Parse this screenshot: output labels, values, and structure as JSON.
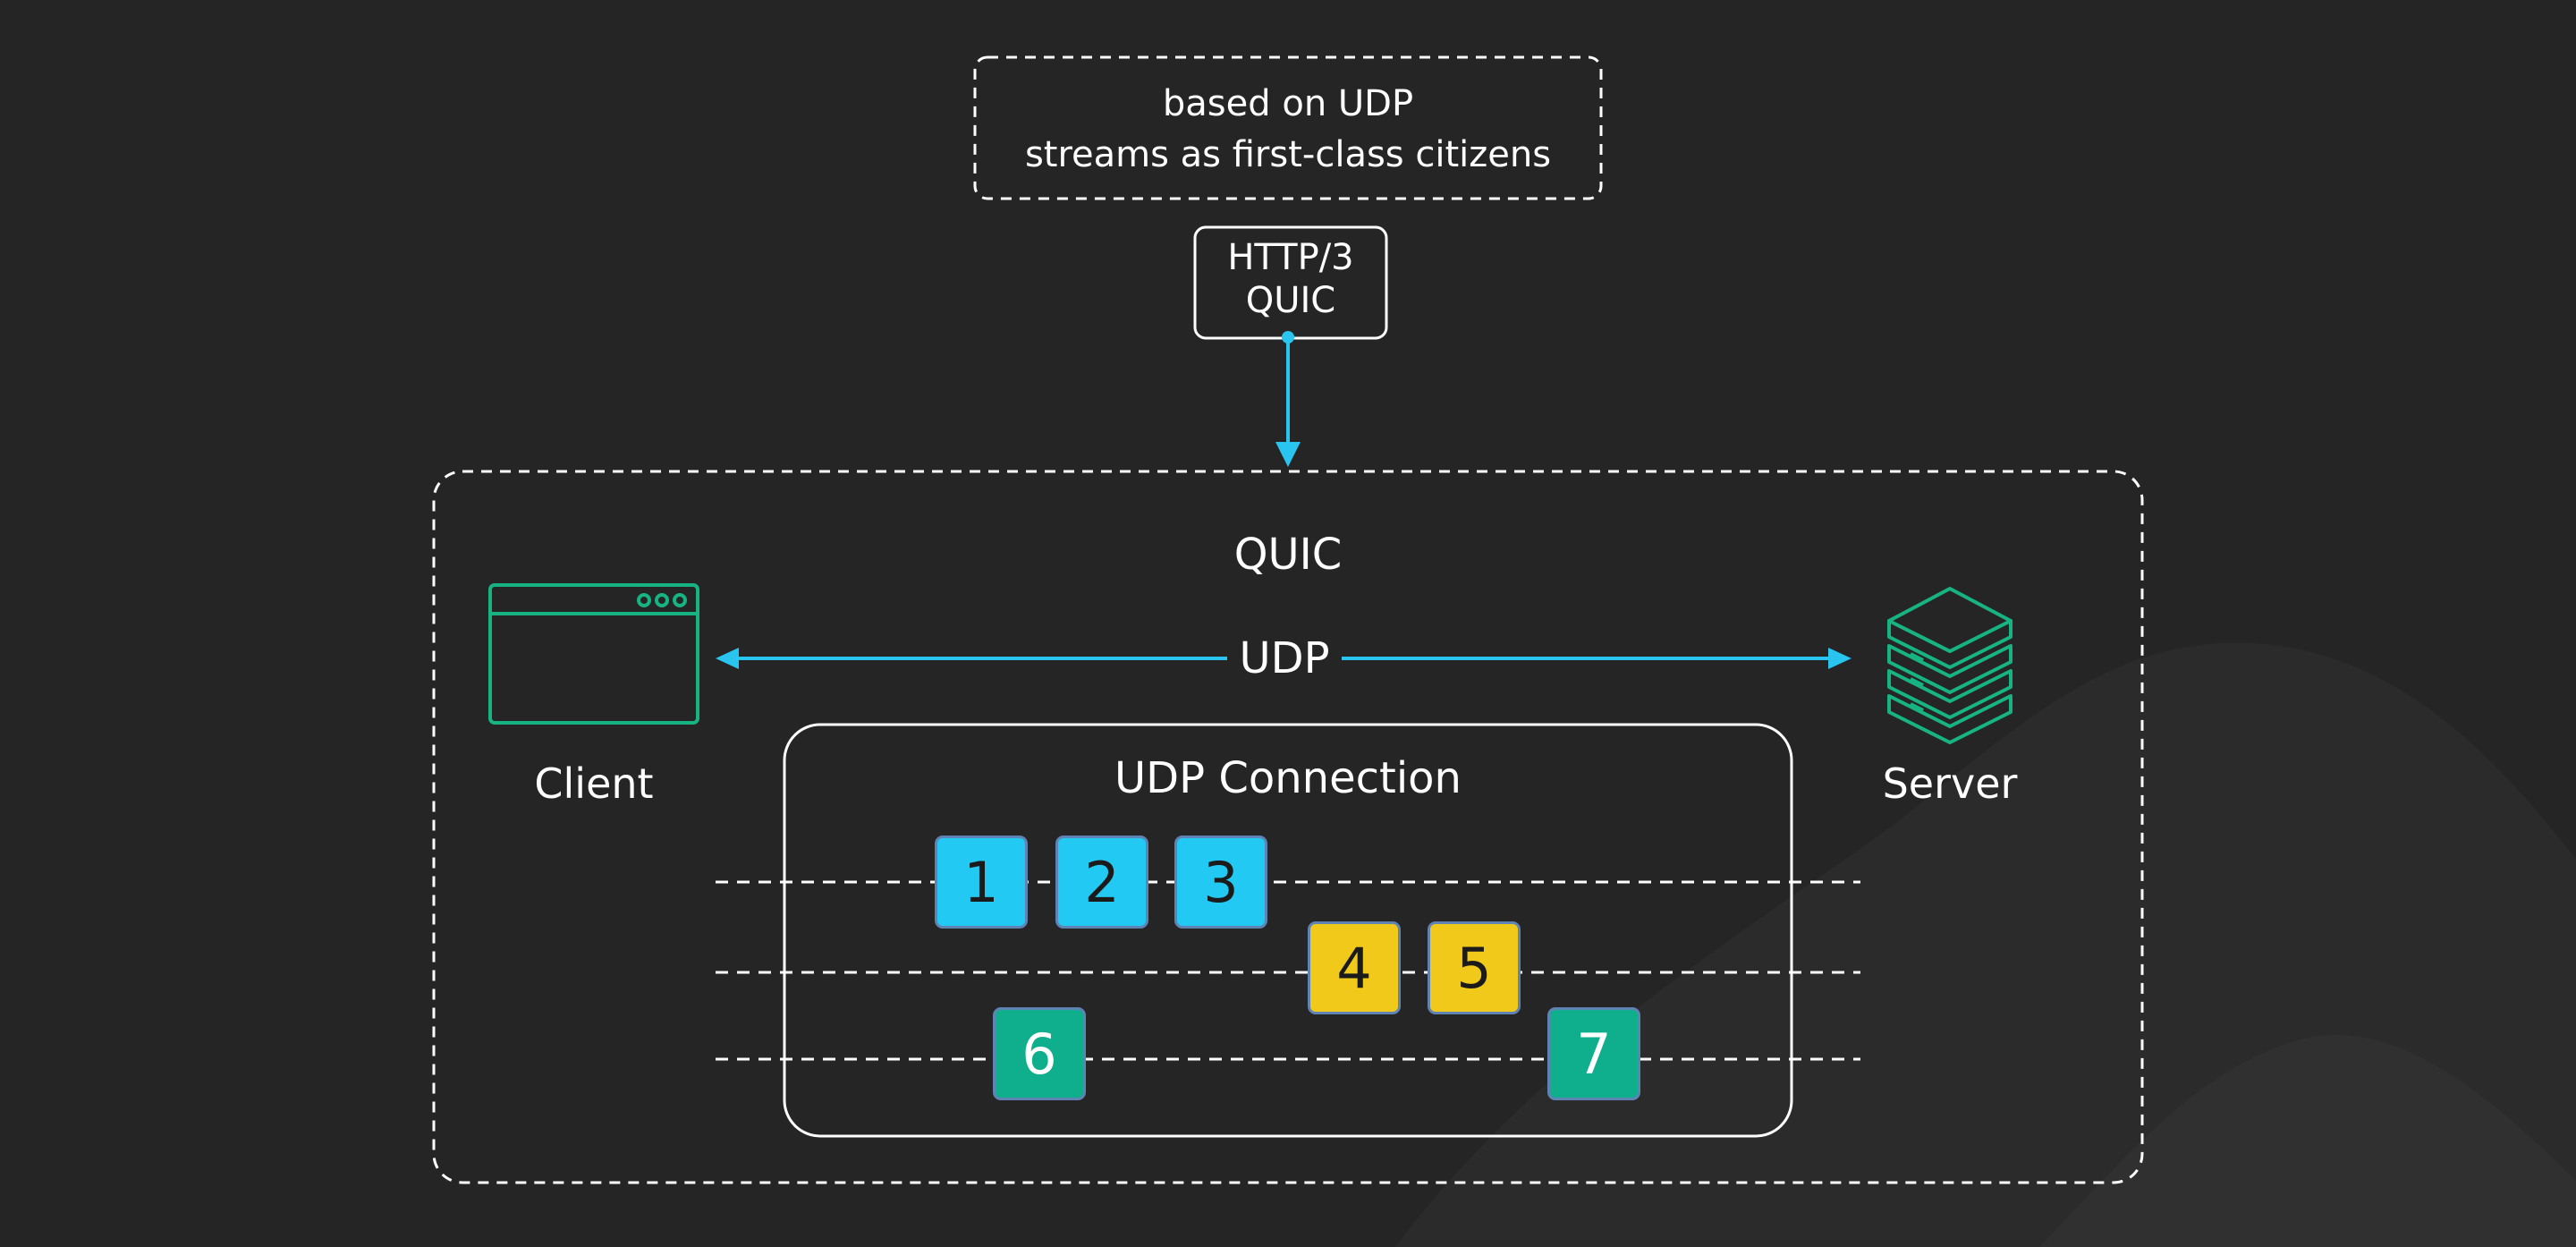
{
  "top_note": {
    "line1": "based on UDP",
    "line2": "streams as first-class citizens"
  },
  "protocol_box": {
    "line1": "HTTP/3",
    "line2": "QUIC"
  },
  "quic_container": {
    "title": "QUIC"
  },
  "client": {
    "label": "Client",
    "icon": "browser-window-icon"
  },
  "server": {
    "label": "Server",
    "icon": "server-stack-icon"
  },
  "udp_link": {
    "label": "UDP"
  },
  "udp_connection": {
    "title": "UDP Connection"
  },
  "streams": [
    {
      "color": "#22c9f2",
      "packets": [
        "1",
        "2",
        "3"
      ]
    },
    {
      "color": "#f1c91b",
      "packets": [
        "4",
        "5"
      ]
    },
    {
      "color": "#0fae8c",
      "packets": [
        "6",
        "7"
      ]
    }
  ],
  "colors": {
    "background": "#252525",
    "accent_arrow": "#29c4f0",
    "icon_green": "#17b383",
    "outline": "#ffffff"
  }
}
